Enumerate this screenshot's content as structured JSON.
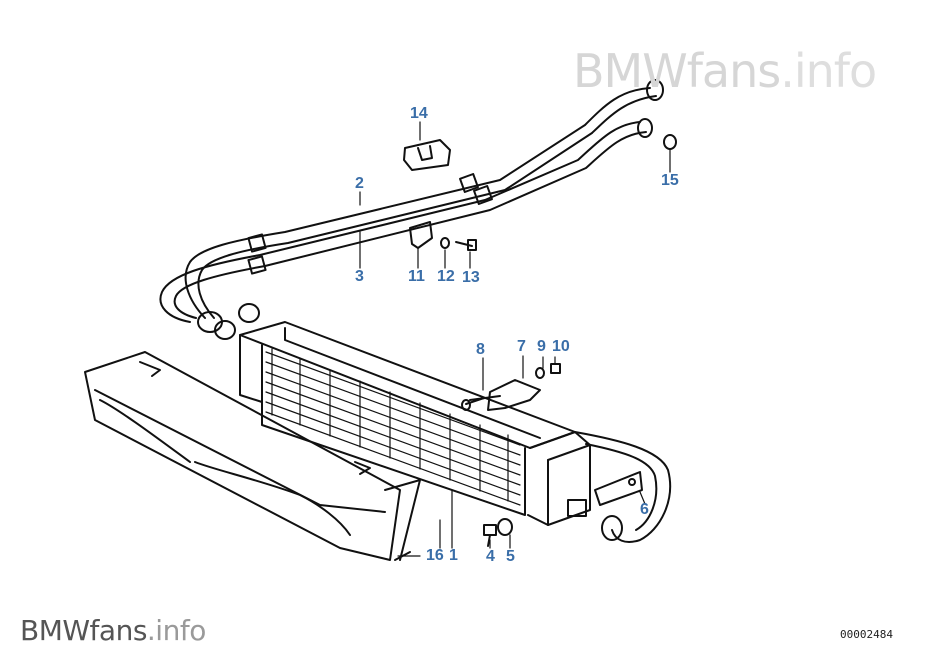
{
  "watermark": {
    "brand": "BMWfans",
    "ext": ".info"
  },
  "diagram_id": "00002484",
  "callouts": [
    {
      "id": "c14",
      "label": "14"
    },
    {
      "id": "c15",
      "label": "15"
    },
    {
      "id": "c2",
      "label": "2"
    },
    {
      "id": "c3",
      "label": "3"
    },
    {
      "id": "c11",
      "label": "11"
    },
    {
      "id": "c12",
      "label": "12"
    },
    {
      "id": "c13",
      "label": "13"
    },
    {
      "id": "c8",
      "label": "8"
    },
    {
      "id": "c7",
      "label": "7"
    },
    {
      "id": "c9",
      "label": "9"
    },
    {
      "id": "c10",
      "label": "10"
    },
    {
      "id": "c6",
      "label": "6"
    },
    {
      "id": "c16",
      "label": "16"
    },
    {
      "id": "c1",
      "label": "1"
    },
    {
      "id": "c4",
      "label": "4"
    },
    {
      "id": "c5",
      "label": "5"
    }
  ]
}
